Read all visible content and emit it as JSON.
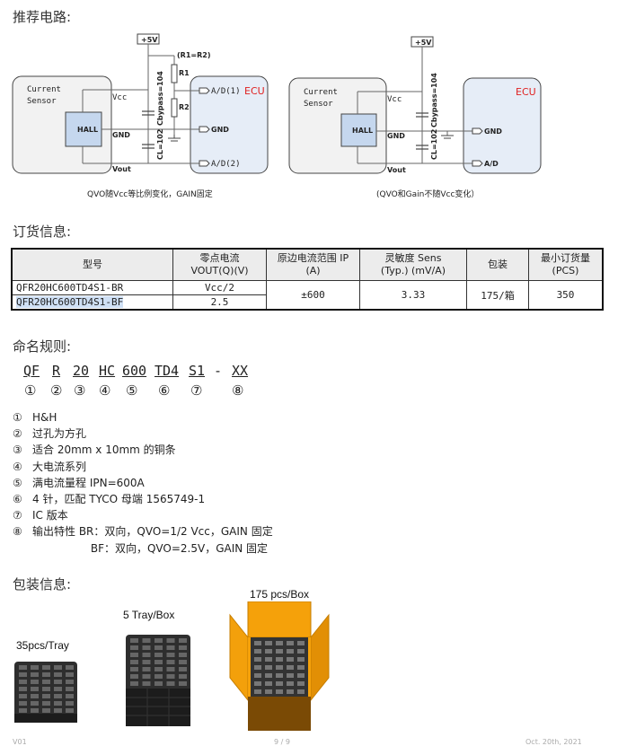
{
  "sections": {
    "circuit_title": "推荐电路:",
    "order_title": "订货信息:",
    "naming_title": "命名规则:",
    "package_title": "包装信息:"
  },
  "circuit1": {
    "supply": "+5V",
    "resistor_note": "(R1=R2)",
    "r1": "R1",
    "r2": "R2",
    "sensor_label_1": "Current",
    "sensor_label_2": "Sensor",
    "hall": "HALL",
    "vcc": "Vcc",
    "gnd": "GND",
    "vout": "Vout",
    "cap1": "Cbypass=104",
    "cap2": "CL=102",
    "ecu": "ECU",
    "pin_ad1": "A/D(1)",
    "pin_gnd": "GND",
    "pin_ad2": "A/D(2)",
    "caption": "QVO随Vcc等比例变化，GAIN固定"
  },
  "circuit2": {
    "supply": "+5V",
    "sensor_label_1": "Current",
    "sensor_label_2": "Sensor",
    "hall": "HALL",
    "vcc": "Vcc",
    "gnd": "GND",
    "vout": "Vout",
    "cap1": "Cbypass=104",
    "cap2": "CL=102",
    "ecu": "ECU",
    "pin_gnd": "GND",
    "pin_ad": "A/D",
    "caption": "(QVO和Gain不随Vcc变化）"
  },
  "order_table": {
    "headers": [
      {
        "line1": "型号",
        "line2": ""
      },
      {
        "line1": "零点电流",
        "line2": "VOUT(Q)(V)"
      },
      {
        "line1": "原边电流范围 IP",
        "line2": "(A)"
      },
      {
        "line1": "灵敏度 Sens",
        "line2": "(Typ.) (mV/A)"
      },
      {
        "line1": "包装",
        "line2": ""
      },
      {
        "line1": "最小订货量",
        "line2": "(PCS)"
      }
    ],
    "rows": [
      {
        "model": "QFR20HC600TD4S1-BR",
        "vout": "Vcc/2"
      },
      {
        "model": "QFR20HC600TD4S1-BF",
        "vout": "2.5"
      }
    ],
    "shared": {
      "range": "±600",
      "sens": "3.33",
      "package": "175/箱",
      "moq": "350"
    }
  },
  "naming": {
    "codes": [
      "QF",
      "R",
      "20",
      "HC",
      "600",
      "TD4",
      "S1",
      "-",
      "XX"
    ],
    "numbers": [
      "①",
      "②",
      "③",
      "④",
      "⑤",
      "⑥",
      "⑦",
      "⑧"
    ]
  },
  "rules": [
    {
      "n": "①",
      "text": "H&H"
    },
    {
      "n": "②",
      "text": "过孔为方孔"
    },
    {
      "n": "③",
      "text": "适合 20mm x 10mm 的铜条"
    },
    {
      "n": "④",
      "text": "大电流系列"
    },
    {
      "n": "⑤",
      "text": "满电流量程 IPN=600A"
    },
    {
      "n": "⑥",
      "text": "4 针，匹配 TYCO 母端 1565749-1"
    },
    {
      "n": "⑦",
      "text": "IC 版本"
    },
    {
      "n": "⑧",
      "text": "输出特性  BR：双向，QVO=1/2 Vcc，GAIN 固定"
    },
    {
      "n": "",
      "text": "                 BF：双向，QVO=2.5V，GAIN 固定"
    }
  ],
  "packaging": {
    "tray_label": "35pcs/Tray",
    "box_label": "5 Tray/Box",
    "carton_label": "175 pcs/Box"
  },
  "footer": {
    "left": "V01",
    "center": "9 / 9",
    "right": "Oct. 20th, 2021"
  },
  "colors": {
    "ecu_red": "#e02020",
    "hall_fill": "#c5d7ee",
    "ecu_fill": "#e6edf7",
    "sensor_fill": "#f2f2f2",
    "carton_orange": "#f5a10a",
    "carton_brown": "#7a4a05",
    "tray_dark": "#2e2e2e"
  }
}
